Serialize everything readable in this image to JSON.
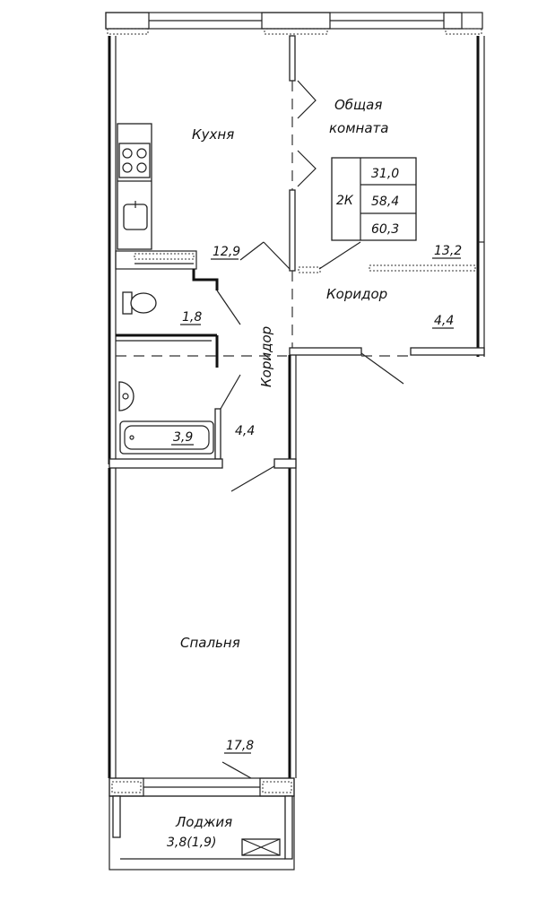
{
  "rooms": {
    "kitchen": {
      "name": "Кухня",
      "area": "12,9"
    },
    "living": {
      "name": "Общая комната",
      "name_line1": "Общая",
      "name_line2": "комната",
      "area": "13,2"
    },
    "corridor_main": {
      "name": "Коридор",
      "area": "4,4"
    },
    "corridor_side": {
      "name": "Коридор",
      "area": "4,4"
    },
    "toilet": {
      "area": "1,8"
    },
    "bath": {
      "area": "3,9"
    },
    "bedroom": {
      "name": "Спальня",
      "area": "17,8"
    },
    "loggia": {
      "name": "Лоджия",
      "area": "3,8(1,9)"
    }
  },
  "summary": {
    "type": "2К",
    "living_area": "31,0",
    "total_area": "58,4",
    "total_with_loggia": "60,3"
  }
}
